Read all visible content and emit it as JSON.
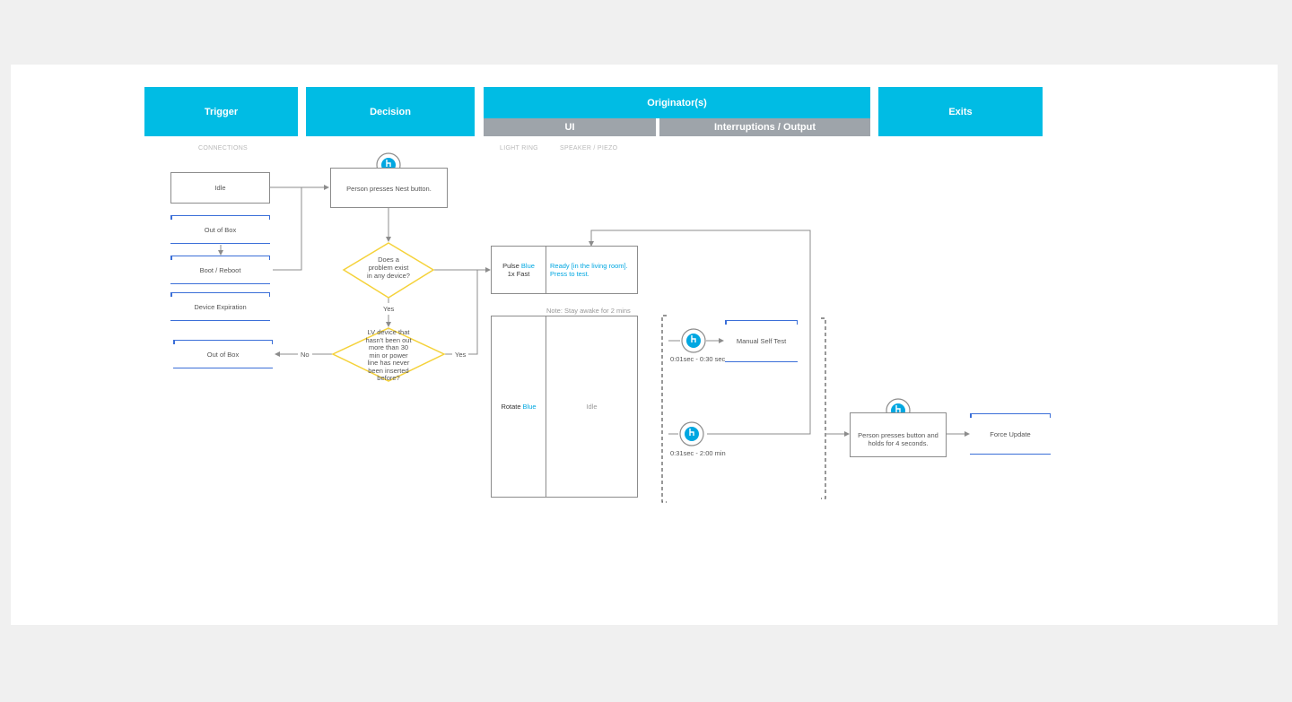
{
  "headers": {
    "trigger": "Trigger",
    "decision": "Decision",
    "originators": "Originator(s)",
    "ui": "UI",
    "interruptions": "Interruptions / Output",
    "exits": "Exits"
  },
  "captions": {
    "connections": "CONNECTIONS",
    "light_ring": "LIGHT RING",
    "speaker": "SPEAKER / PIEZO"
  },
  "triggers": {
    "idle": "Idle",
    "out_of_box": "Out of Box",
    "boot_reboot": "Boot / Reboot",
    "device_expiration": "Device Expiration",
    "exit_out_of_box": "Out of Box"
  },
  "decisions": {
    "person_presses": "Person presses Nest button.",
    "problem_q": "Does a problem exist in any device?",
    "lv_q": "LV device that hasn't been out more than 30 min or power line has never been inserted before?",
    "yes_1": "Yes",
    "yes_2": "Yes",
    "no": "No"
  },
  "ui": {
    "pulse_prefix": "Pulse ",
    "pulse_color": "Blue",
    "pulse_speed": "1x Fast",
    "ready_text": "Ready [in the living room]. Press to test.",
    "note": "Note: Stay awake for 2 mins",
    "rotate_prefix": "Rotate ",
    "rotate_color": "Blue",
    "idle": "Idle"
  },
  "interruptions": {
    "time_1": "0:01sec - 0:30 sec",
    "time_2": "0:31sec - 2:00 min",
    "manual_self_test": "Manual Self Test",
    "hold_text": "Person presses button and holds for 4 seconds."
  },
  "exits": {
    "force_update": "Force Update"
  },
  "colors": {
    "header": "#00bce4",
    "subheader": "#9ea4aa",
    "diamond": "#f5d23a",
    "bracket": "#3b6fd8",
    "accent": "#00a7e1"
  },
  "icons": {
    "press": "finger-press-icon"
  }
}
